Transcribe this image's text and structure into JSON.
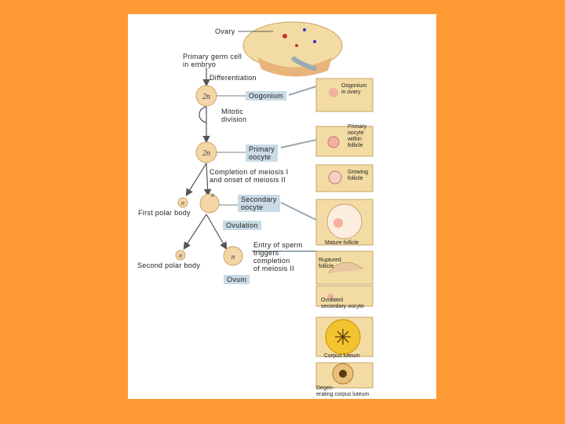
{
  "labels": {
    "ovary": "Ovary",
    "primary_germ_cell": "Primary germ cell\nin embryo",
    "differentiation": "Differentiation",
    "oogonium": "Oogonium",
    "mitotic_division": "Mitotic\ndivision",
    "primary_oocyte": "Primary\noocyte",
    "meiosis_completion": "Completion of meiosis I\nand onset of meiosis II",
    "first_polar_body": "First polar body",
    "secondary_oocyte": "Secondary\noocyte",
    "ovulation": "Ovulation",
    "sperm_entry": "Entry of sperm\ntriggers\ncompletion\nof meiosis II",
    "second_polar_body": "Second polar body",
    "ovum": "Ovum"
  },
  "ploidy": {
    "oogonium": "2n",
    "primary_oocyte": "2n",
    "first_polar_body": "n",
    "secondary_oocyte": "n",
    "second_polar_body": "n",
    "ovum": "n"
  },
  "stages": {
    "oogonium_in_ovary": "Oogonium\nin ovary",
    "primary_in_follicle": "Primary\noocyte\nwithin\nfollicle",
    "growing_follicle": "Growing\nfollicle",
    "mature_follicle": "Mature follicle",
    "ruptured_follicle": "Ruptured\nfollicle",
    "ovulated_oocyte": "Ovulated\nsecondary oocyte",
    "corpus_luteum": "Corpus luteum",
    "degenerating_corpus_luteum": "Degen-\nerating corpus luteum"
  },
  "colors": {
    "background": "#ff9933",
    "cell": "#f5d6a8",
    "tissue": "#f2dca4",
    "tag": "#c9dbe5",
    "arrow": "#9aa9b3",
    "corpus": "#f4c430"
  }
}
